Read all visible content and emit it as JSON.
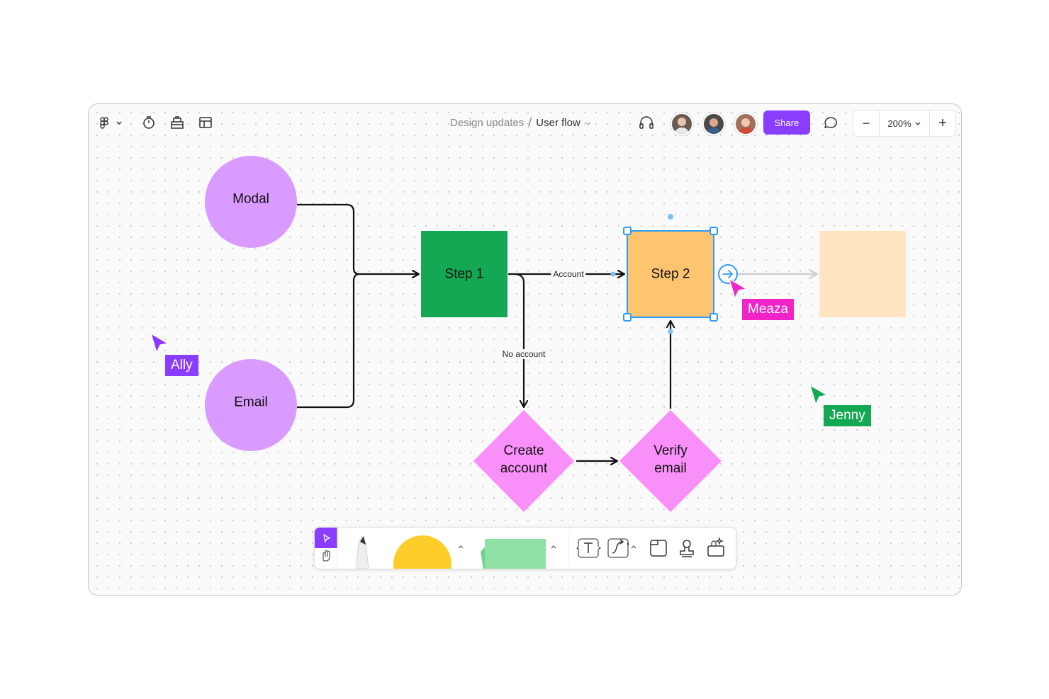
{
  "app": {
    "breadcrumb": {
      "parent": "Design updates",
      "separator": "/",
      "current": "User flow"
    },
    "share_label": "Share",
    "zoom_label": "200%",
    "zoom_out_label": "−",
    "zoom_in_label": "+"
  },
  "toolbar_left_icons": [
    "figma-logo-icon",
    "chevron-down-icon",
    "timer-icon",
    "library-icon",
    "layout-icon"
  ],
  "header_right_icons": [
    "headphones-icon",
    "comment-icon"
  ],
  "collaborators": [
    {
      "name": "collaborator-1",
      "color": "#6b5a50"
    },
    {
      "name": "collaborator-2",
      "color": "#4a4a4a"
    },
    {
      "name": "collaborator-3",
      "color": "#a0705a"
    }
  ],
  "diagram": {
    "nodes": {
      "modal": {
        "label": "Modal",
        "shape": "circle",
        "color": "#d99bff"
      },
      "email": {
        "label": "Email",
        "shape": "circle",
        "color": "#d99bff"
      },
      "step1": {
        "label": "Step 1",
        "shape": "square",
        "color": "#14a854"
      },
      "step2": {
        "label": "Step 2",
        "shape": "square",
        "color": "#ffc470",
        "selected": true
      },
      "create": {
        "label": "Create\naccount",
        "shape": "diamond",
        "color": "#f98ff8"
      },
      "verify": {
        "label": "Verify\nemail",
        "shape": "diamond",
        "color": "#f98ff8"
      },
      "ghost": {
        "label": "",
        "shape": "square",
        "color": "#ffe4c2"
      }
    },
    "edges": [
      {
        "from": "modal",
        "to": "step1",
        "label": ""
      },
      {
        "from": "email",
        "to": "step1",
        "label": ""
      },
      {
        "from": "step1",
        "to": "step2",
        "label": "Account"
      },
      {
        "from": "step1",
        "to": "create",
        "label": "No account"
      },
      {
        "from": "create",
        "to": "verify",
        "label": ""
      },
      {
        "from": "verify",
        "to": "step2",
        "label": ""
      },
      {
        "from": "step2",
        "to": "ghost",
        "label": "",
        "ghost": true
      }
    ],
    "selection_color": "#2d9cf5"
  },
  "cursors": [
    {
      "name": "Ally",
      "color": "#8b3dff"
    },
    {
      "name": "Meaza",
      "color": "#f024c8"
    },
    {
      "name": "Jenny",
      "color": "#14a854"
    }
  ],
  "bottom_toolbar": {
    "tools": [
      "select-icon",
      "hand-icon",
      "pen-icon",
      "shape-circle-icon",
      "sticky-note-icon",
      "text-icon",
      "connector-icon",
      "section-icon",
      "stamp-icon",
      "more-tools-icon"
    ],
    "accent": "#8b3dff",
    "shape_color": "#ffcd29",
    "sticky_color": "#8ee0a5"
  }
}
